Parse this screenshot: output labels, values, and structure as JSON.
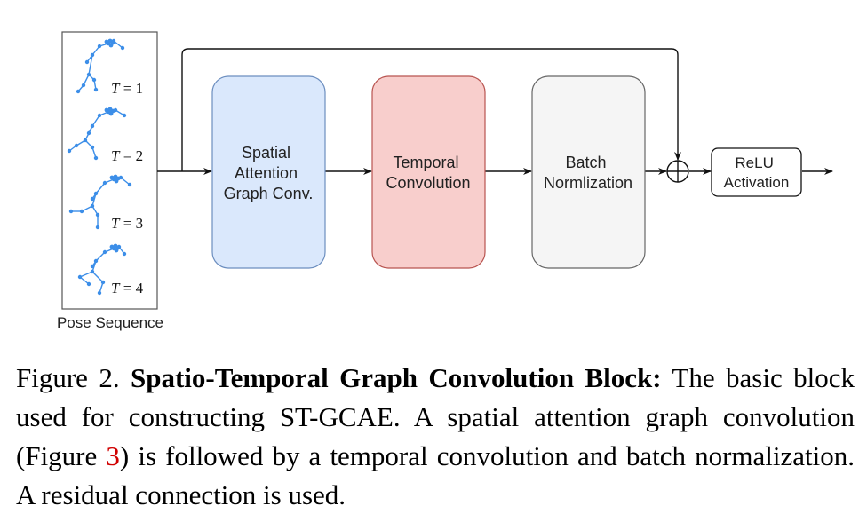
{
  "diagram": {
    "pose_sequence": {
      "label": "Pose Sequence",
      "frames": [
        "1",
        "2",
        "3",
        "4"
      ],
      "frame_var": "T",
      "frame_op": "="
    },
    "blocks": {
      "spatial": [
        "Spatial",
        "Attention",
        "Graph Conv."
      ],
      "temporal": [
        "Temporal",
        "Convolution"
      ],
      "batch": [
        "Batch",
        "Normlization"
      ],
      "relu": [
        "ReLU",
        "Activation"
      ]
    },
    "sum_symbol": "⊕",
    "colors": {
      "spatial_fill": "#dae8fc",
      "spatial_stroke": "#6c8ebf",
      "temporal_fill": "#f8cecc",
      "temporal_stroke": "#b85450",
      "batch_fill": "#f5f5f5",
      "batch_stroke": "#666666",
      "skeleton": "#3c8ee8",
      "reference": "#d00000"
    }
  },
  "caption": {
    "figure_num": "Figure 2.",
    "title": "Spatio-Temporal Graph Convolution Block:",
    "text_before_ref": "The basic block used for constructing ST-GCAE. A spatial attention graph convolution (Figure ",
    "ref": "3",
    "text_after_ref": ") is followed by a temporal convolution and batch normalization. A residual connection is used."
  }
}
